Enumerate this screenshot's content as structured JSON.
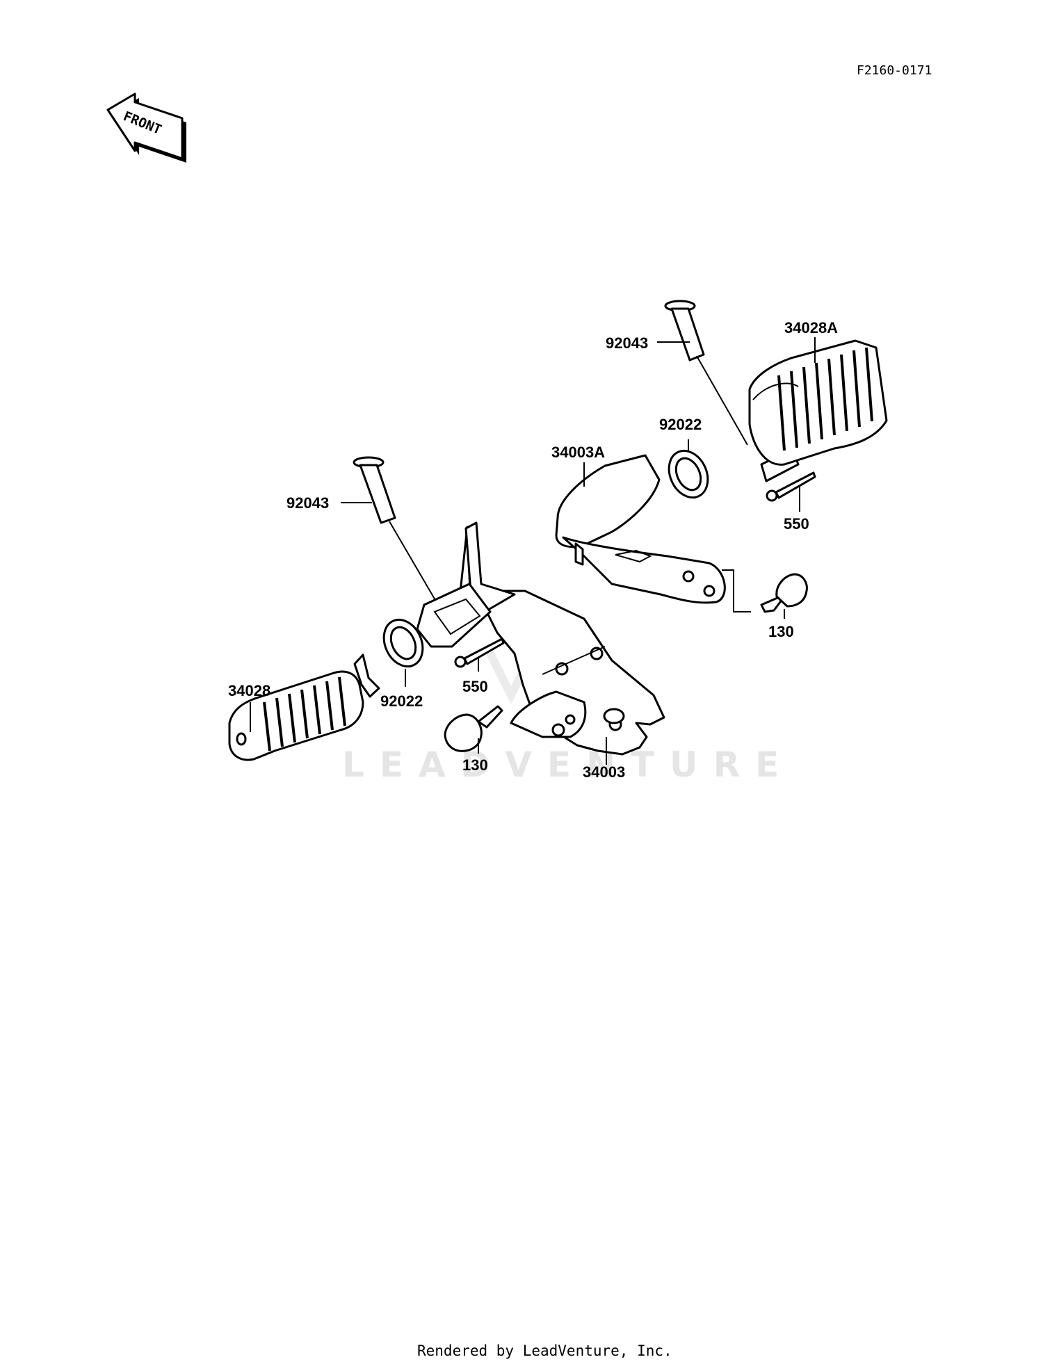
{
  "reference_code": "F2160-0171",
  "front_label": "FRONT",
  "watermark": "LEADVENTURE",
  "footer": "Rendered by LeadVenture, Inc.",
  "callouts": {
    "pin_right": "92043",
    "footpeg_right": "34028A",
    "washer_right": "92022",
    "bracket_right": "34003A",
    "cotter_right": "550",
    "bolt_right": "130",
    "pin_left": "92043",
    "footpeg_left": "34028",
    "washer_left": "92022",
    "cotter_left": "550",
    "bolt_left": "130",
    "bracket_left": "34003"
  }
}
